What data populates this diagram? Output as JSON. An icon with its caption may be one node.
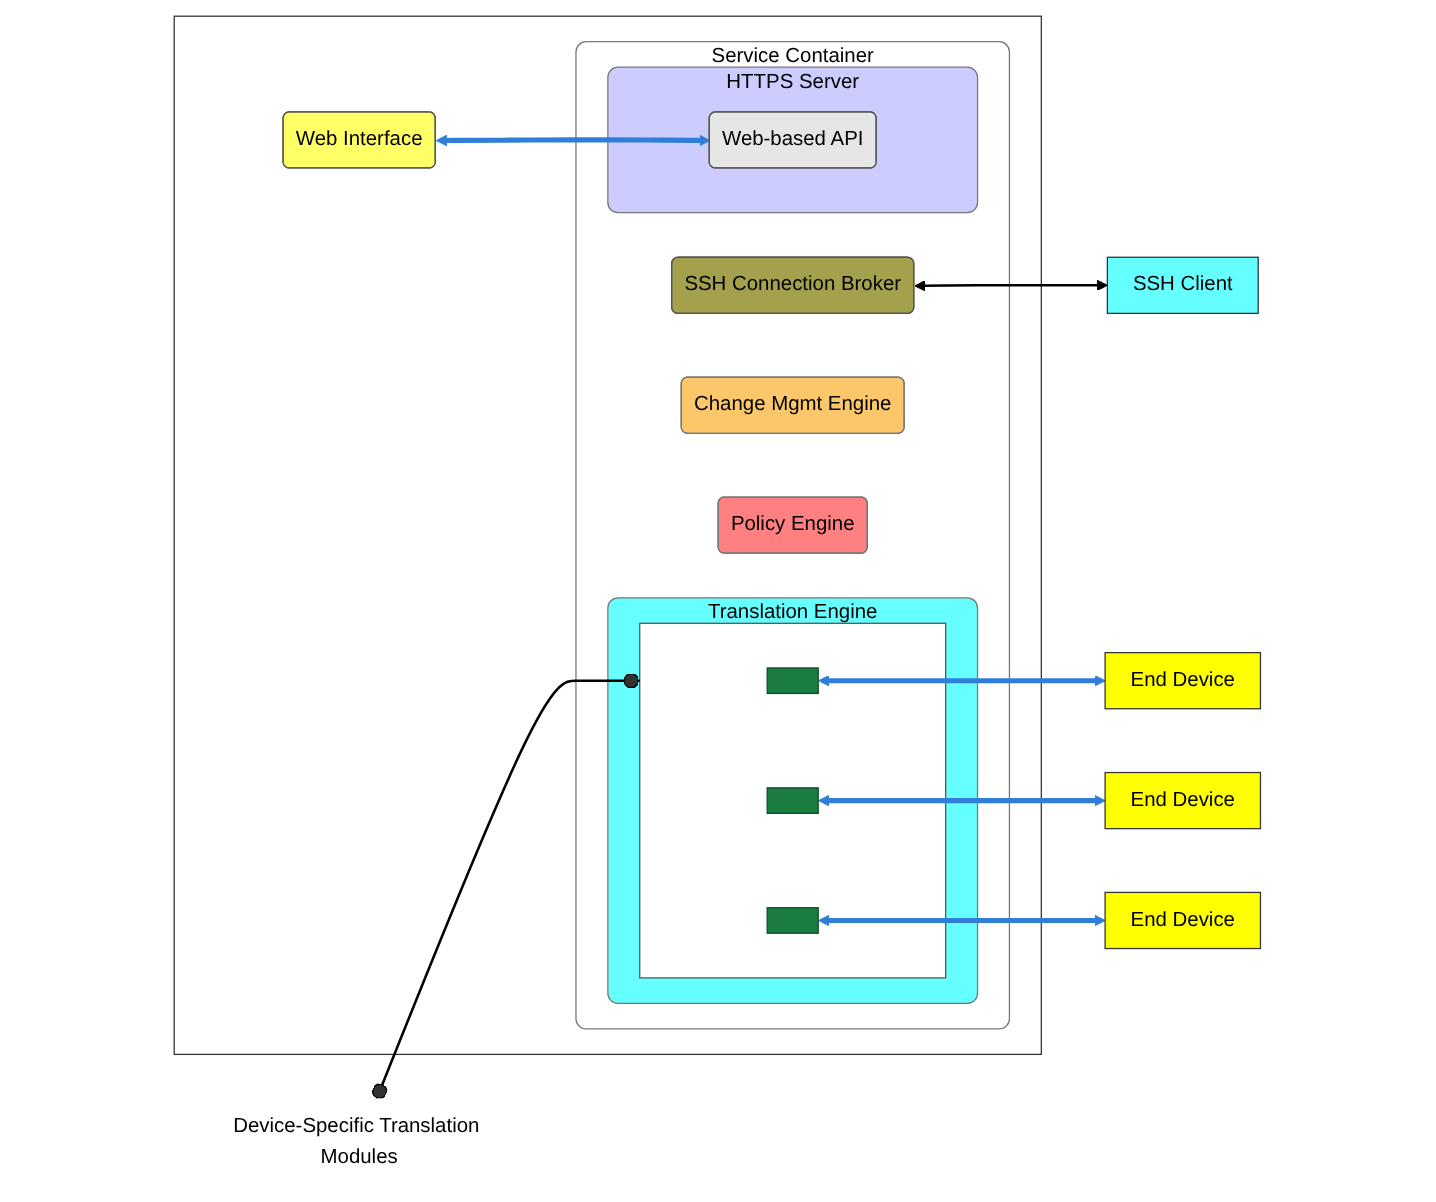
{
  "diagram": {
    "nodes": [
      {
        "text": [],
        "shape": "box"
      },
      {
        "text": [
          "SSH Client"
        ]
      },
      {
        "text": [
          "Web Interface"
        ],
        "in": 0
      },
      {
        "text": [
          "Service Container"
        ],
        "in": 0
      },
      {
        "text": [
          "SSH Connection Broker"
        ],
        "in": 3
      },
      {
        "text": [
          "HTTPS Server"
        ],
        "in": 3
      },
      {
        "text": [
          "Web-based API"
        ],
        "in": 5
      },
      {
        "text": [
          "Change Mgmt Engine"
        ],
        "in": 3
      },
      {
        "text": [
          "Policy Engine"
        ],
        "in": 3
      },
      {
        "text": [
          "Translation Engine"
        ],
        "in": 3
      },
      {
        "text": [],
        "shape": "box",
        "in": 9
      },
      {
        "text": [],
        "shape": "box",
        "in": 10
      },
      {
        "text": [],
        "shape": "box",
        "in": 10
      },
      {
        "text": [],
        "shape": "box",
        "in": 10
      },
      {
        "text": [
          "Device-Specific Translation Modules"
        ]
      },
      {
        "text": [
          "End Device"
        ]
      },
      {
        "text": [
          "End Device"
        ]
      },
      {
        "text": [
          "End Device"
        ]
      }
    ],
    "edges": [
      {
        "from": 2,
        "to": 6,
        "arrow": "both"
      },
      {
        "from": 4,
        "to": 1,
        "arrow": "both",
        "color": "#000000"
      },
      {
        "from": 14,
        "to": 10,
        "arrow": "other",
        "color": "#000000"
      },
      {
        "from": 11,
        "to": 15,
        "arrow": "both"
      },
      {
        "from": 12,
        "to": 16,
        "arrow": "both"
      },
      {
        "from": 13,
        "to": 17,
        "arrow": "both"
      }
    ]
  }
}
